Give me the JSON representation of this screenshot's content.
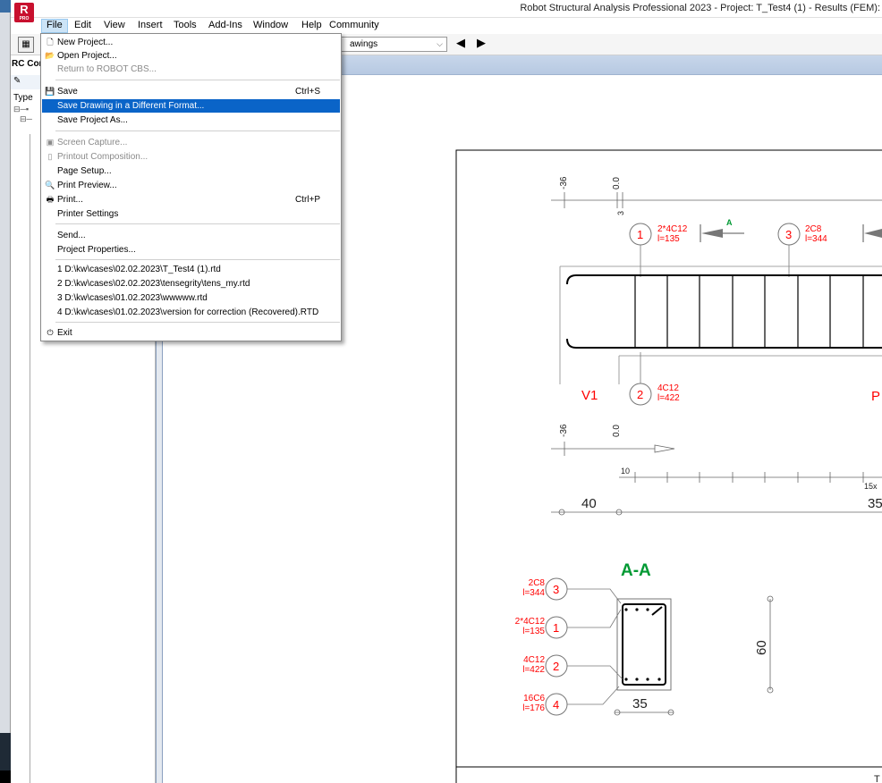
{
  "window": {
    "title": "Robot Structural Analysis Professional 2023 - Project: T_Test4 (1) - Results (FEM):",
    "logo_letter": "R",
    "logo_sub": "PRO"
  },
  "menubar": {
    "items": [
      "File",
      "Edit",
      "View",
      "Insert",
      "Tools",
      "Add-Ins",
      "Window",
      "Help",
      "Community"
    ]
  },
  "toolbar": {
    "view_select_value": "awings",
    "prev_icon": "◀",
    "next_icon": "▶"
  },
  "side_panel": {
    "title": "RC Com",
    "type_label": "Type"
  },
  "file_menu": {
    "items": [
      {
        "label": "New Project...",
        "icon": "new-doc-icon",
        "glyph": "🗋",
        "shortcut": "",
        "disabled": false
      },
      {
        "label": "Open Project...",
        "icon": "open-folder-icon",
        "glyph": "📂",
        "shortcut": "",
        "disabled": false
      },
      {
        "label": "Return to ROBOT CBS...",
        "icon": "",
        "glyph": "",
        "shortcut": "",
        "disabled": true
      },
      {
        "label": "Save",
        "icon": "save-icon",
        "glyph": "💾",
        "shortcut": "Ctrl+S",
        "disabled": false
      },
      {
        "label": "Save Drawing in a Different Format...",
        "icon": "",
        "glyph": "",
        "shortcut": "",
        "disabled": false,
        "highlighted": true
      },
      {
        "label": "Save Project As...",
        "icon": "",
        "glyph": "",
        "shortcut": "",
        "disabled": false
      },
      {
        "label": "Screen Capture...",
        "icon": "camera-icon",
        "glyph": "▣",
        "shortcut": "",
        "disabled": true
      },
      {
        "label": "Printout Composition...",
        "icon": "composition-icon",
        "glyph": "▯",
        "shortcut": "",
        "disabled": true
      },
      {
        "label": "Page Setup...",
        "icon": "",
        "glyph": "",
        "shortcut": "",
        "disabled": false
      },
      {
        "label": "Print Preview...",
        "icon": "print-preview-icon",
        "glyph": "🔍",
        "shortcut": "",
        "disabled": false
      },
      {
        "label": "Print...",
        "icon": "printer-icon",
        "glyph": "🖶",
        "shortcut": "Ctrl+P",
        "disabled": false
      },
      {
        "label": "Printer Settings",
        "icon": "",
        "glyph": "",
        "shortcut": "",
        "disabled": false
      },
      {
        "label": "Send...",
        "icon": "",
        "glyph": "",
        "shortcut": "",
        "disabled": false
      },
      {
        "label": "Project Properties...",
        "icon": "",
        "glyph": "",
        "shortcut": "",
        "disabled": false
      },
      {
        "label": "1 D:\\kw\\cases\\02.02.2023\\T_Test4 (1).rtd",
        "icon": "",
        "glyph": "",
        "shortcut": "",
        "disabled": false
      },
      {
        "label": "2 D:\\kw\\cases\\02.02.2023\\tensegrity\\tens_my.rtd",
        "icon": "",
        "glyph": "",
        "shortcut": "",
        "disabled": false
      },
      {
        "label": "3 D:\\kw\\cases\\01.02.2023\\wwwww.rtd",
        "icon": "",
        "glyph": "",
        "shortcut": "",
        "disabled": false
      },
      {
        "label": "4 D:\\kw\\cases\\01.02.2023\\version for correction (Recovered).RTD",
        "icon": "",
        "glyph": "",
        "shortcut": "",
        "disabled": false
      },
      {
        "label": "Exit",
        "icon": "exit-icon",
        "glyph": "⏻",
        "shortcut": "",
        "disabled": false
      }
    ]
  },
  "drawing": {
    "levels": [
      "-36",
      "0.0",
      "3"
    ],
    "levels2": [
      "-36",
      "0.0"
    ],
    "bar1_num": "1",
    "bar1_spec": "2*4C12",
    "bar1_len": "l=135",
    "bar3_num": "3",
    "bar3_spec": "2C8",
    "bar3_len": "l=344",
    "bar2_num": "2",
    "bar2_spec": "4C12",
    "bar2_len": "l=422",
    "bar4_num": "4",
    "bar4_spec": "16C6",
    "bar4_len": "l=176",
    "section_marker": "A",
    "support_left": "V1",
    "support_right": "P",
    "spacing_first": "10",
    "spacing_text": "15x",
    "dim_left": "40",
    "dim_right": "35",
    "section_title": "A-A",
    "section_height": "60",
    "section_width": "35",
    "title_block_text": "T"
  },
  "colors": {
    "menu_highlight": "#0a64c8",
    "cad_red": "#ff0000",
    "cad_green": "#009933",
    "header_blue": "#c7d6ea"
  }
}
